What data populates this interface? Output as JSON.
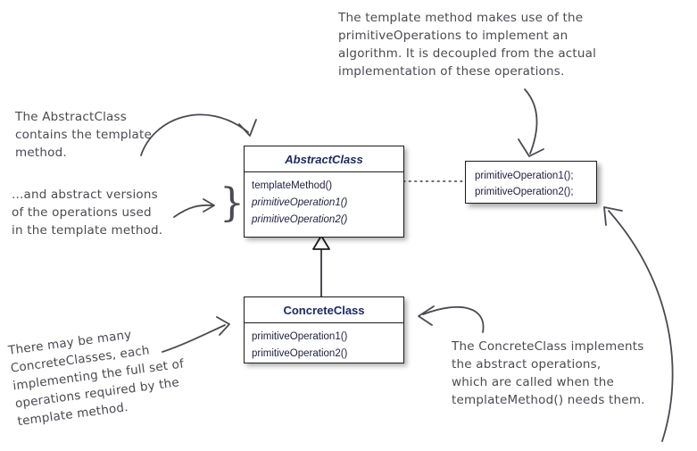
{
  "diagram": {
    "title": "Template Method Pattern class diagram",
    "annotations": {
      "top": "The template method makes use of the\nprimitiveOperations to implement an\nalgorithm.  It is decoupled from the actual\nimplementation of these operations.",
      "left_upper": "The AbstractClass\ncontains the template\nmethod.",
      "left_lower": "...and abstract versions\nof the operations used\nin the template method.",
      "bottom_left": "There may be many\nConcreteClasses, each\nimplementing the full set of\noperations required by the\ntemplate method.",
      "bottom_right": "The ConcreteClass implements\nthe abstract operations,\nwhich are called when the\ntemplateMethod() needs them."
    },
    "classes": [
      {
        "name": "AbstractClass",
        "abstract": true,
        "members": [
          {
            "text": "templateMethod()",
            "abstract": false
          },
          {
            "text": "primitiveOperation1()",
            "abstract": true
          },
          {
            "text": "primitiveOperation2()",
            "abstract": true
          }
        ]
      },
      {
        "name": "ConcreteClass",
        "abstract": false,
        "members": [
          {
            "text": "primitiveOperation1()",
            "abstract": false
          },
          {
            "text": "primitiveOperation2()",
            "abstract": false
          }
        ]
      }
    ],
    "callout": {
      "lines": [
        "primitiveOperation1();",
        "primitiveOperation2();"
      ]
    },
    "brace_glyph": "}",
    "colors": {
      "class_title": "#1b2a63",
      "member_text": "#222244",
      "annotation": "#4a4a52",
      "stroke": "#1c1c1c",
      "background": "#ffffff"
    }
  }
}
